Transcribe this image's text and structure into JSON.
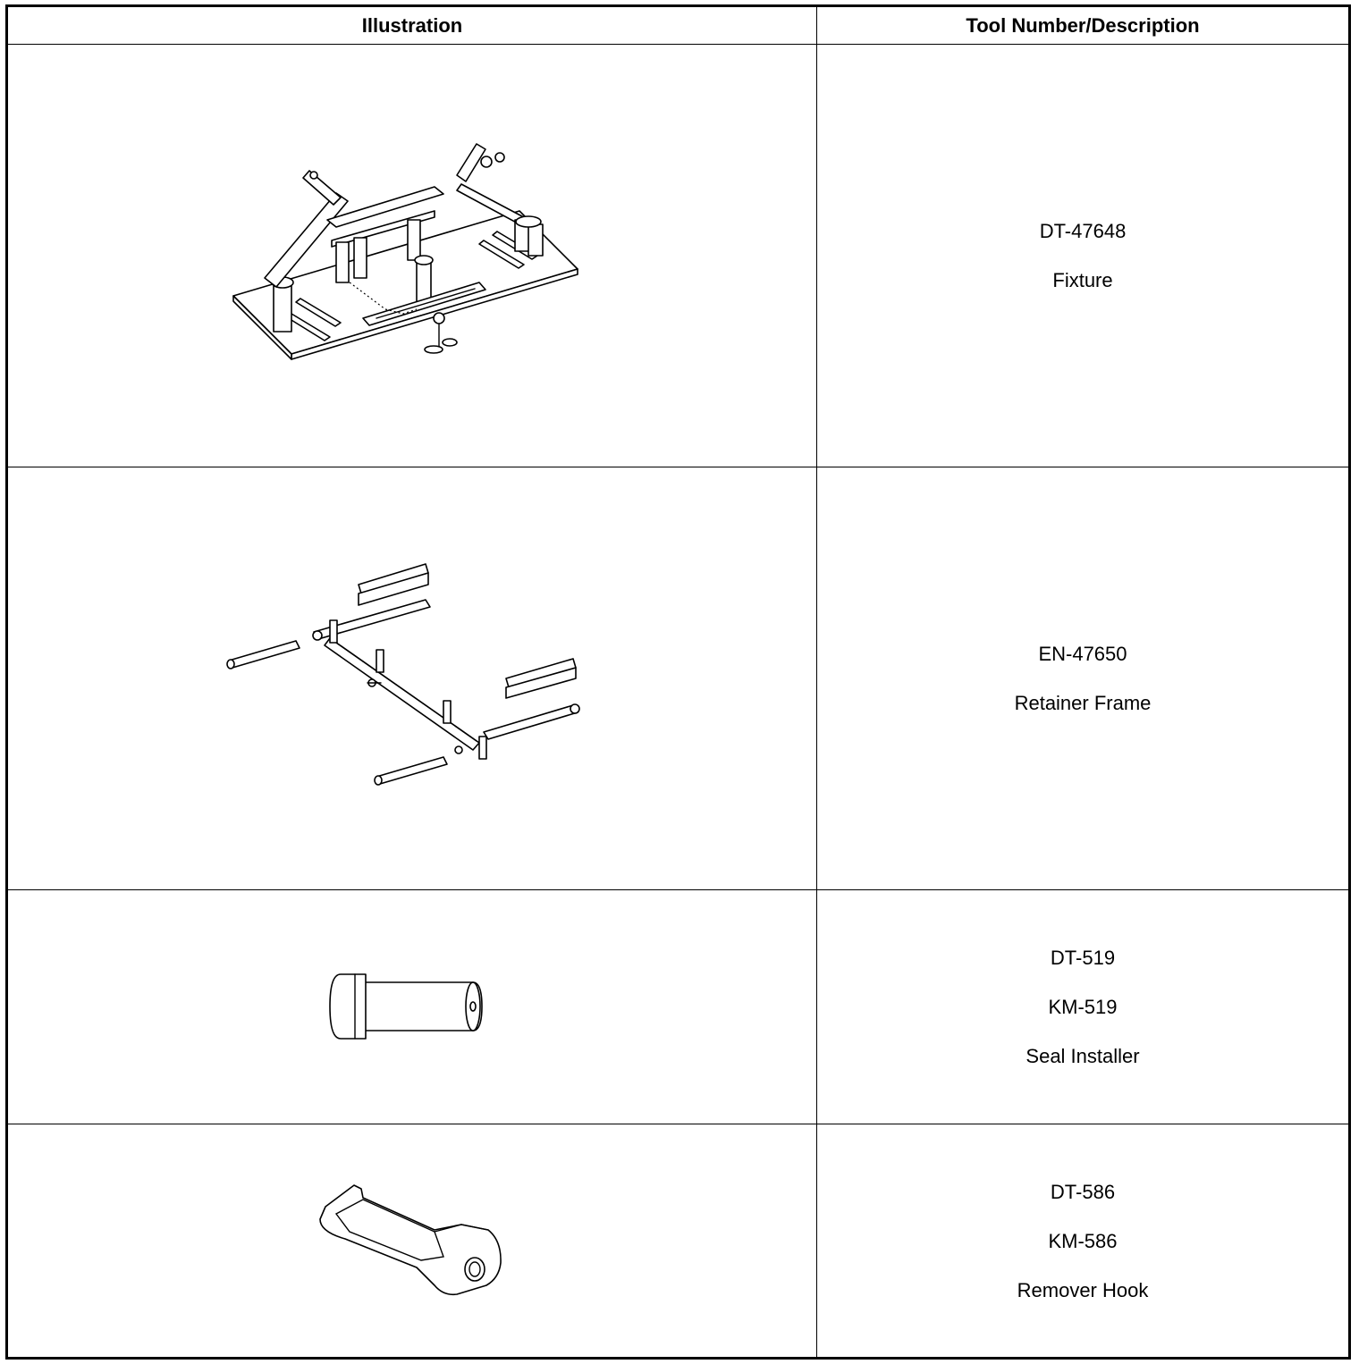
{
  "table": {
    "headers": {
      "illustration": "Illustration",
      "description": "Tool Number/Description"
    },
    "rows": [
      {
        "icon": "fixture-illustration",
        "lines": [
          "DT-47648",
          "Fixture"
        ]
      },
      {
        "icon": "retainer-frame-illustration",
        "lines": [
          "EN-47650",
          "Retainer Frame"
        ]
      },
      {
        "icon": "seal-installer-illustration",
        "lines": [
          "DT-519",
          "KM-519",
          "Seal Installer"
        ]
      },
      {
        "icon": "remover-hook-illustration",
        "lines": [
          "DT-586",
          "KM-586",
          "Remover Hook"
        ]
      }
    ]
  }
}
